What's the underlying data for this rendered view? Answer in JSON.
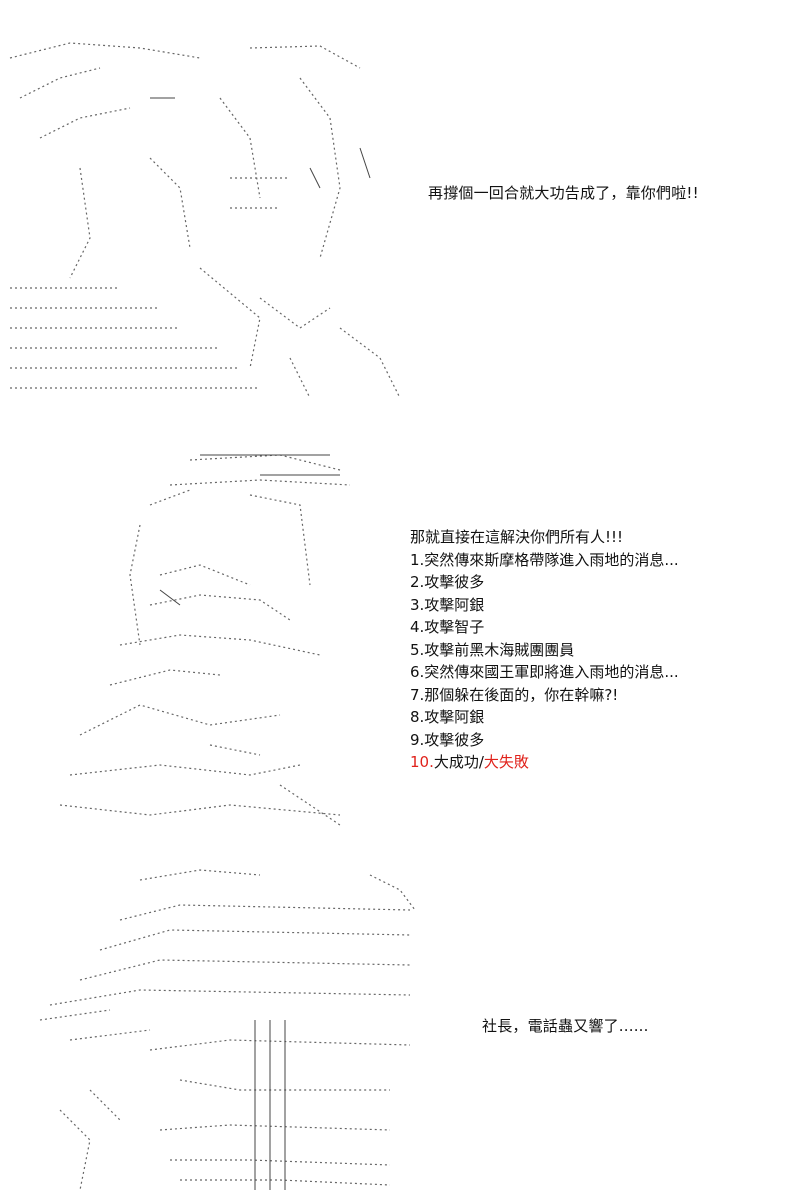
{
  "panel1": {
    "caption": "再撐個一回合就大功告成了，靠你們啦!!"
  },
  "panel2": {
    "heading": "那就直接在這解決你們所有人!!!",
    "options": [
      "1.突然傳來斯摩格帶隊進入雨地的消息...",
      "2.攻擊彼多",
      "3.攻擊阿銀",
      "4.攻擊智子",
      "5.攻擊前黑木海賊團團員",
      "6.突然傳來國王軍即將進入雨地的消息...",
      "7.那個躲在後面的，你在幹嘛?!",
      "8.攻擊阿銀",
      "9.攻擊彼多"
    ],
    "last_number": "10.",
    "last_mid": "大成功/",
    "last_end": "大失敗"
  },
  "panel3": {
    "caption": "社長，電話蟲又響了......"
  },
  "colors": {
    "highlight": "#e0221b",
    "text": "#111111",
    "art": "#555555"
  }
}
